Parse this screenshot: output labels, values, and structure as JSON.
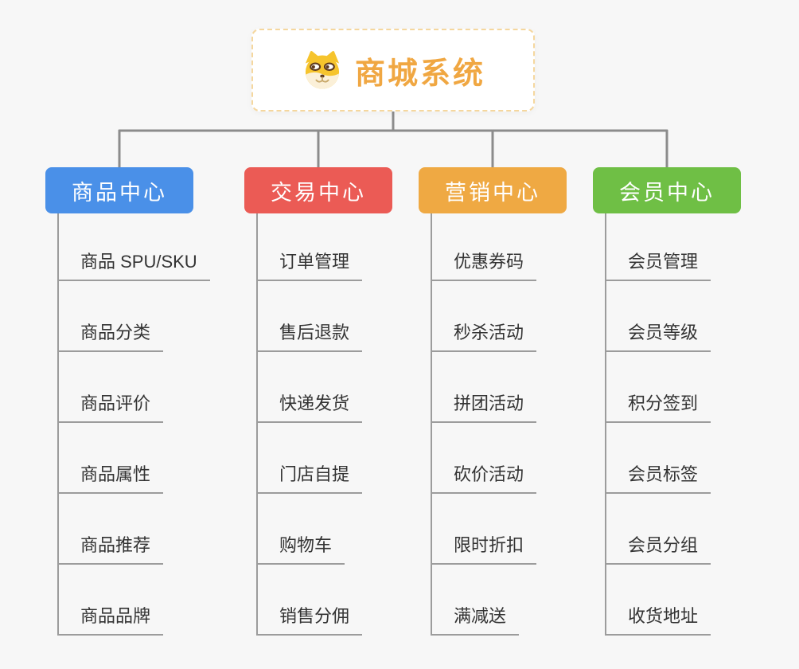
{
  "root": {
    "title": "商城系统",
    "icon": "doge-icon"
  },
  "branches": [
    {
      "label": "商品中心",
      "color": "#4A90E8",
      "children": [
        "商品 SPU/SKU",
        "商品分类",
        "商品评价",
        "商品属性",
        "商品推荐",
        "商品品牌"
      ]
    },
    {
      "label": "交易中心",
      "color": "#EB5B55",
      "children": [
        "订单管理",
        "售后退款",
        "快递发货",
        "门店自提",
        "购物车",
        "销售分佣"
      ]
    },
    {
      "label": "营销中心",
      "color": "#EFA943",
      "children": [
        "优惠券码",
        "秒杀活动",
        "拼团活动",
        "砍价活动",
        "限时折扣",
        "满减送"
      ]
    },
    {
      "label": "会员中心",
      "color": "#6FBF45",
      "children": [
        "会员管理",
        "会员等级",
        "积分签到",
        "会员标签",
        "会员分组",
        "收货地址"
      ]
    }
  ],
  "colors": {
    "background": "#F7F7F7",
    "root_accent": "#F0A742",
    "root_border": "#F5D79E",
    "connector": "#8C8C8C",
    "leaf_line": "#9C9C9C",
    "leaf_text": "#333333",
    "branch_text": "#FFFFFF"
  }
}
